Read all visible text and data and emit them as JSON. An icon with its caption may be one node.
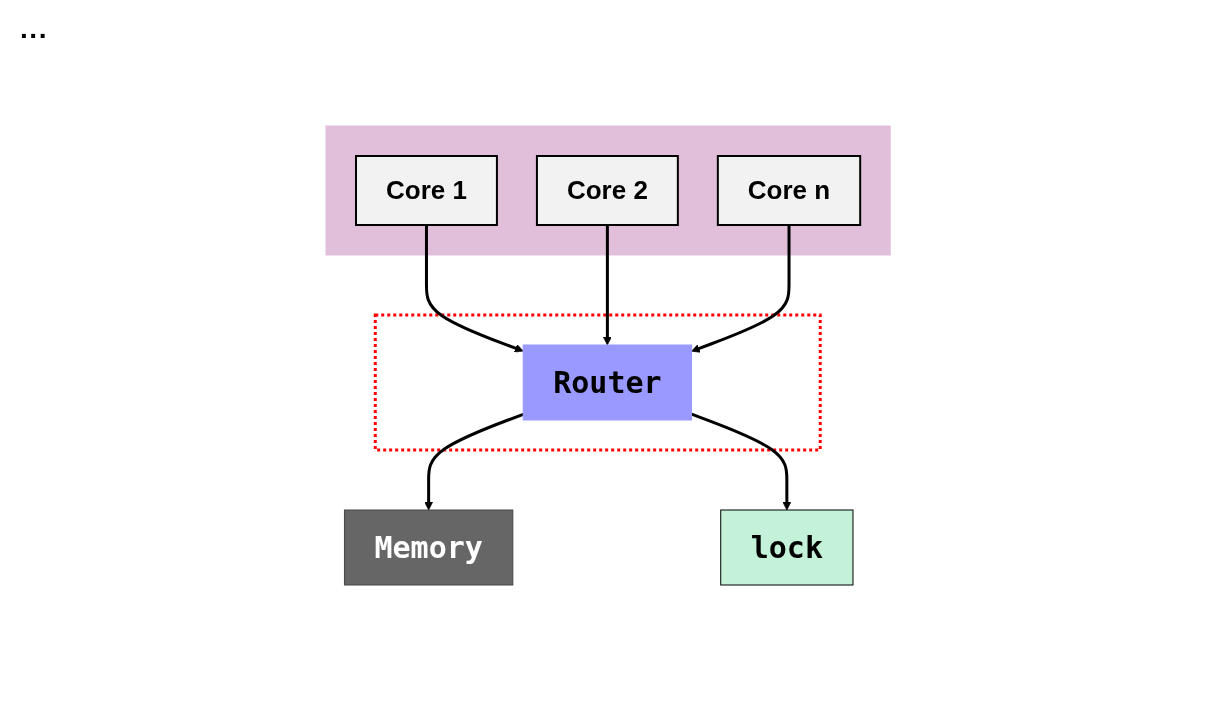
{
  "diagram": {
    "nodes": [
      {
        "text": [],
        "shape": "box"
      },
      {
        "text": [
          "Core 1"
        ],
        "in": 0
      },
      {
        "text": [
          "Core 2"
        ],
        "in": 0
      },
      {
        "text": [
          "Core n"
        ],
        "in": 0
      },
      {
        "text": [],
        "shape": "box"
      },
      {
        "text": [
          "Router"
        ],
        "in": 4
      },
      {
        "text": [
          "Memory"
        ]
      },
      {
        "text": [
          "lock"
        ]
      }
    ],
    "edges": [
      {
        "from": 1,
        "to": 5,
        "arrow": "to"
      },
      {
        "from": 2,
        "to": 5,
        "arrow": "to"
      },
      {
        "from": 3,
        "to": 5,
        "arrow": "to"
      },
      {
        "from": 5,
        "to": 6,
        "arrow": "to"
      },
      {
        "from": 5,
        "to": 7,
        "arrow": "to"
      }
    ],
    "labels": [
      "···"
    ]
  }
}
